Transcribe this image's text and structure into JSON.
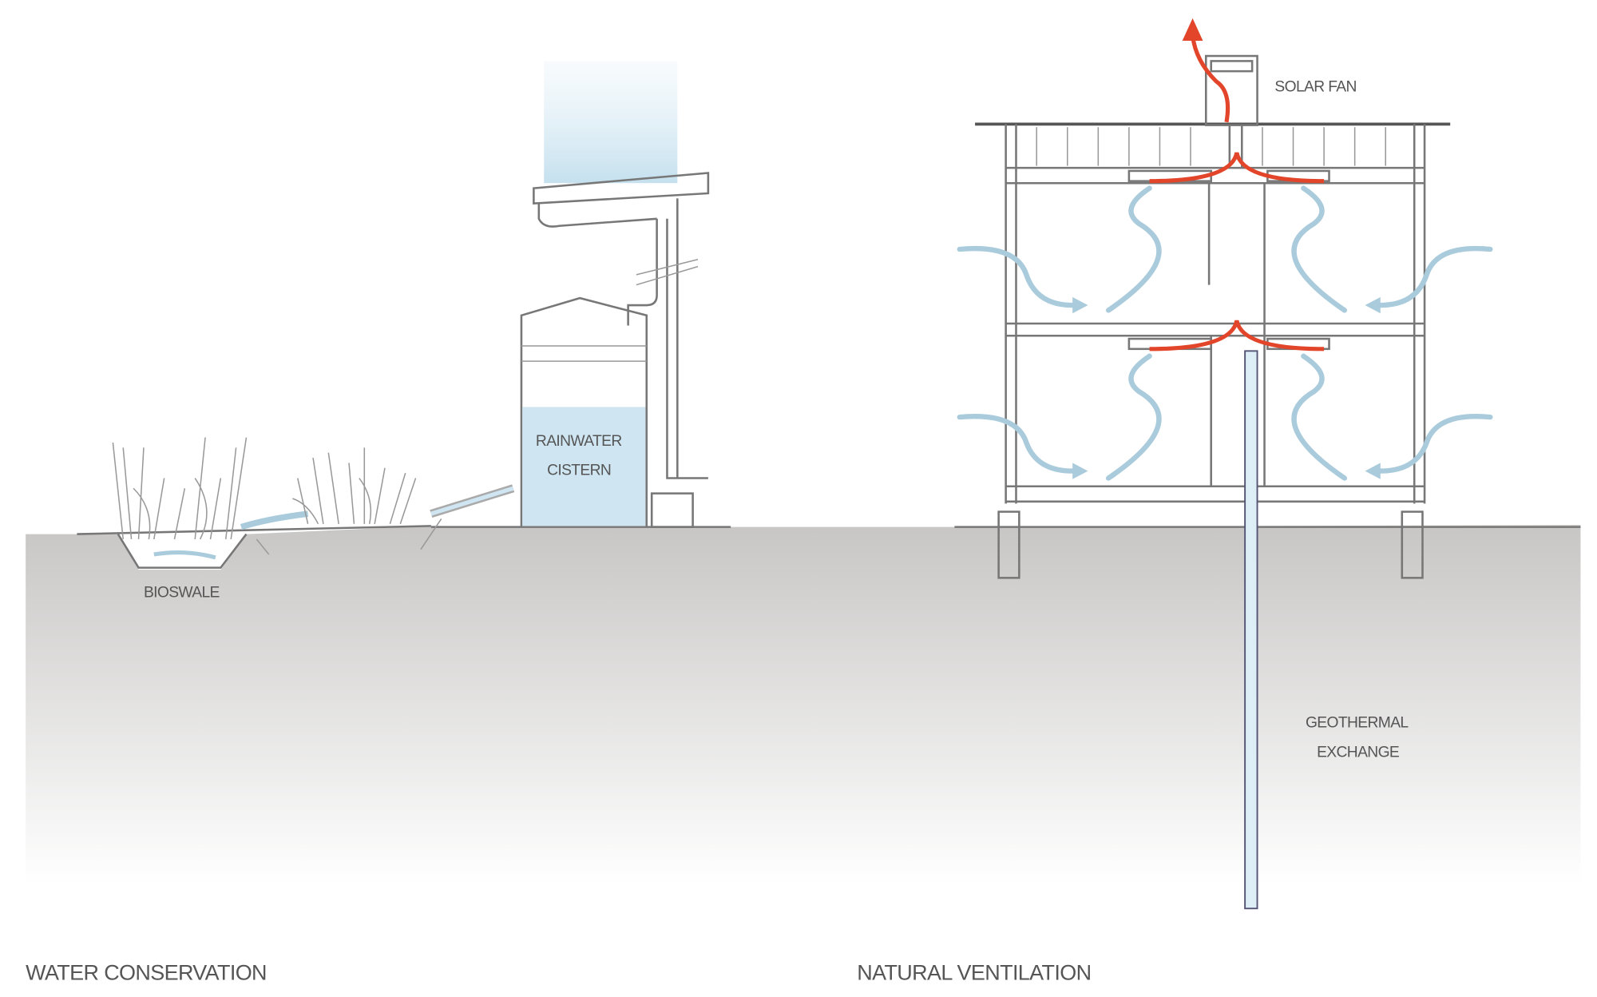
{
  "captions": {
    "water_conservation": "WATER CONSERVATION",
    "natural_ventilation": "NATURAL VENTILATION"
  },
  "labels": {
    "bioswale": "BIOSWALE",
    "rainwater": "RAINWATER",
    "cistern": "CISTERN",
    "solar_fan": "SOLAR FAN",
    "geothermal": "GEOTHERMAL",
    "exchange": "EXCHANGE"
  },
  "colors": {
    "ground": "#c9c7c6",
    "water": "#cfe6f2",
    "air_flow": "#a9cbdc",
    "warm_air": "#e2452a"
  }
}
